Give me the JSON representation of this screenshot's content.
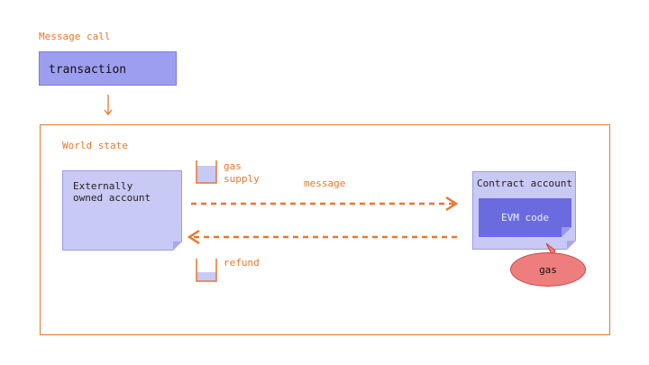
{
  "header": {
    "label": "Message call"
  },
  "transaction": {
    "label": "transaction"
  },
  "world": {
    "label": "World state",
    "eoa_label": "Externally\nowned account",
    "contract_label": "Contract account",
    "evm_label": "EVM code",
    "gas_label": "gas",
    "gas_supply_label": "gas\nsupply",
    "refund_label": "refund",
    "message_label": "message"
  },
  "colors": {
    "accent": "#e8772e",
    "box_fill": "#c9c9f5",
    "transaction_fill": "#9e9ef0",
    "evm_fill": "#6b6be0",
    "gas_fill": "#ee7e7e"
  }
}
